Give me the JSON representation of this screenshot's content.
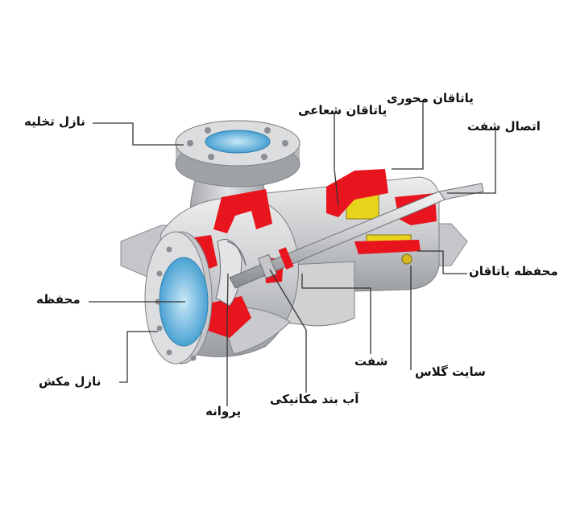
{
  "labels": {
    "discharge_nozzle": "نازل تخلیه",
    "radial_bearing": "یاتاقان شعاعی",
    "axial_bearing": "یاتاقان محوری",
    "shaft_coupling": "اتصال شفت",
    "casing": "محفظه",
    "bearing_housing": "محفظه یاتاقان",
    "suction_nozzle": "نازل مکش",
    "shaft": "شفت",
    "sight_glass": "سایت  گلاس",
    "impeller": "پروانه",
    "mechanical_seal": "آب بند مکانیکی"
  },
  "colors": {
    "cutaway_red": "#e8141e",
    "metal_light": "#d9dadc",
    "metal_mid": "#b9bbbe",
    "metal_dark": "#8d9094",
    "water_blue": "#7fc3e8",
    "brass_yellow": "#e8d41c",
    "leader_line": "#333333"
  }
}
